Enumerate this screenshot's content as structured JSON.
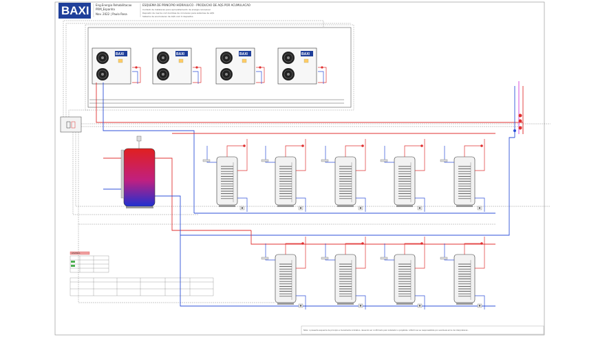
{
  "brand": {
    "logo": "BAXI",
    "accent": "#1f3f9a"
  },
  "title_block": {
    "project_line1": "Eng.Energia Rehabilitacao",
    "project_line2": "PRM_Espanha",
    "date_author": "Nov. 2022 | Paulo Rosa",
    "heading": "ESQUEMA DE PRINCIPIO HIDRAULICO - PRODUCAO DE AQS POR ACUMULACAO",
    "note1": "Cuidado de Instalacao para aproveitamento de energia renovavel",
    "note2": "Deposito de inercia com bombas de circulacao para sistemas de AQS",
    "note3": "Sistema de acumulacao de AQS com 9 depositos"
  },
  "legend_title": "LEGENDA",
  "footer_note": "Nota: o presente esquema de principio e meramente indicativo, devendo ser confirmado pelo instalador e projetista. A BAXI nao se responsabiliza por eventuais erros de interpretacao.",
  "colors": {
    "hot": "#e03030",
    "cold": "#2c4fd8",
    "magenta": "#d43ad4",
    "line": "#555555",
    "dash": "#777777"
  }
}
